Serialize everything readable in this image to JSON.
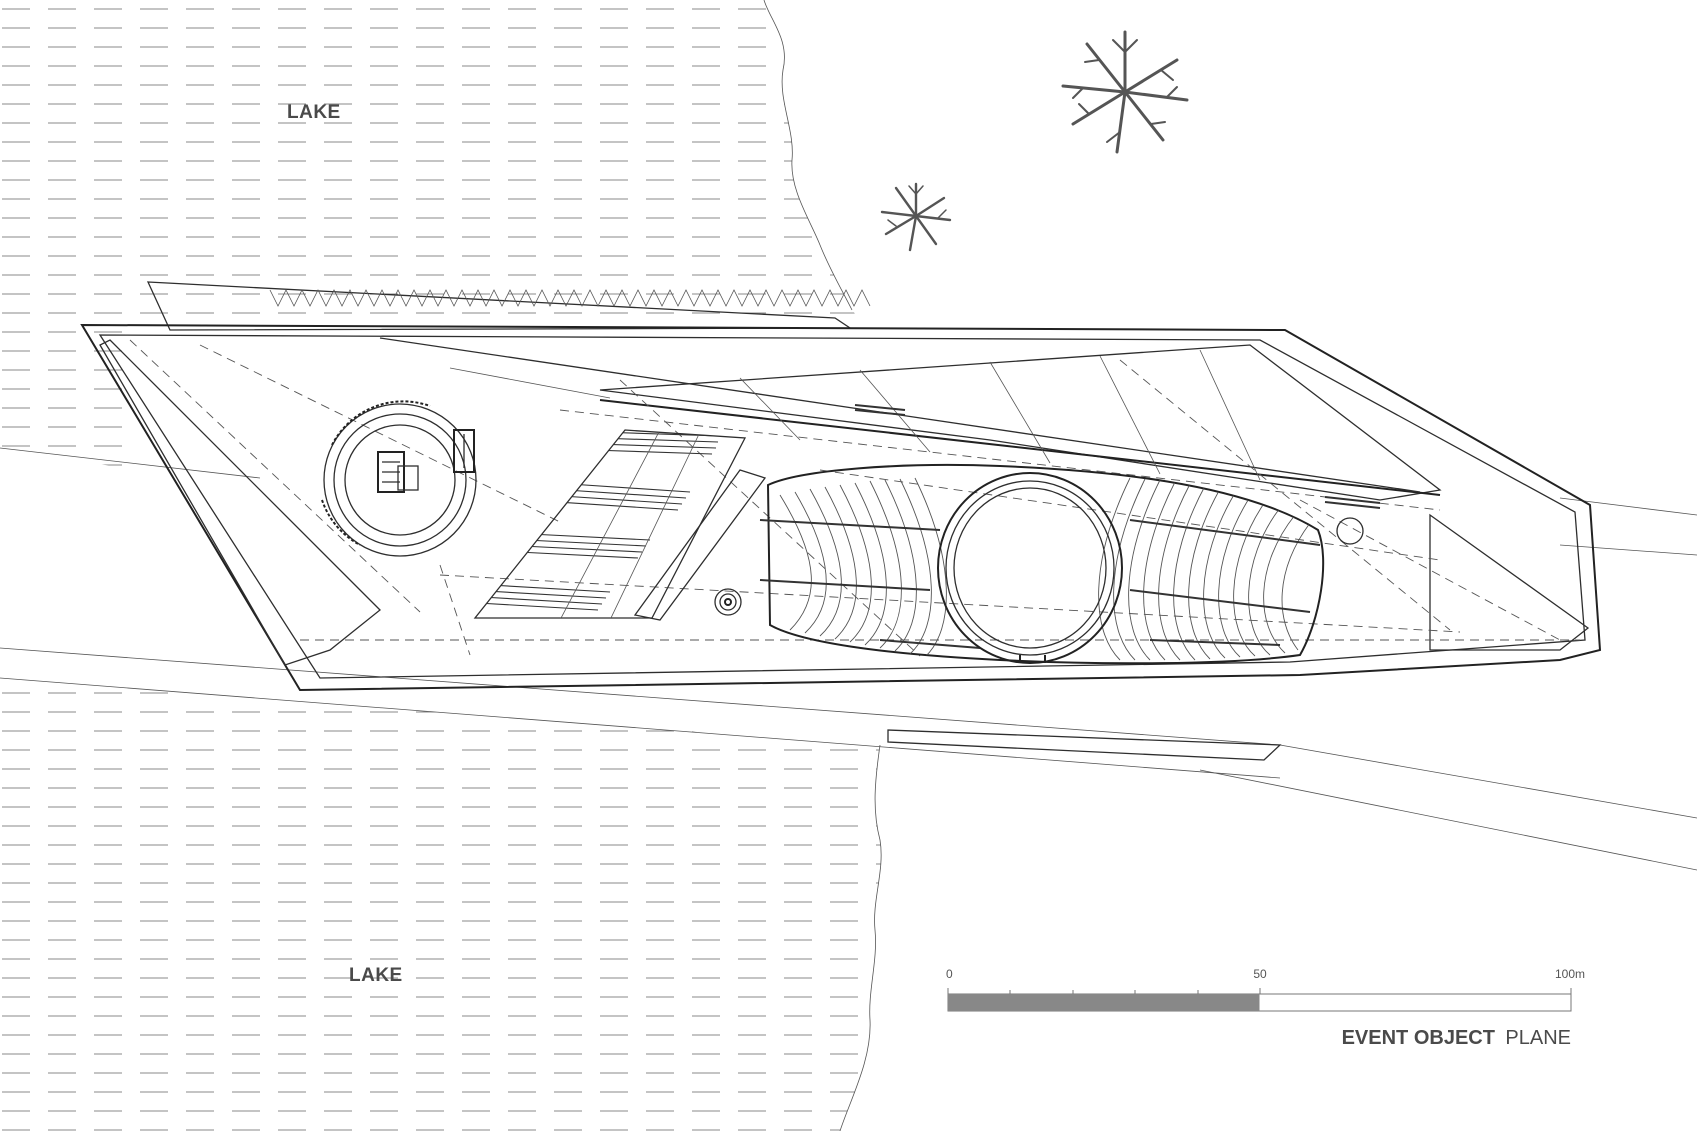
{
  "labels": {
    "lake_top": "LAKE",
    "lake_bottom": "LAKE"
  },
  "scale_bar": {
    "tick_start": "0",
    "tick_mid": "50",
    "tick_end": "100m",
    "filled_fraction": 0.5,
    "fill_color": "#888888"
  },
  "title": {
    "bold": "EVENT OBJECT",
    "light": "PLANE"
  },
  "icons": {
    "tree_large": "tree-icon",
    "tree_small": "tree-icon"
  }
}
